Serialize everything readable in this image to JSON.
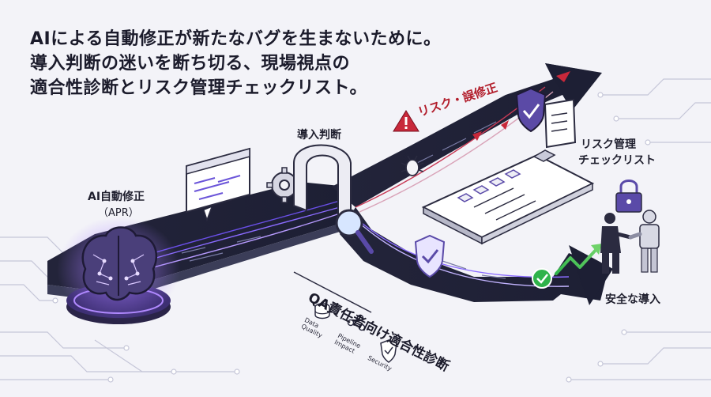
{
  "headline": {
    "line1": "AIによる自動修正が新たなバグを生まないために。",
    "line2": "導入判断の迷いを断ち切る、現場視点の",
    "line3": "適合性診断とリスク管理チェックリスト。"
  },
  "labels": {
    "ai_apr_title": "AI自動修正",
    "ai_apr_sub": "（APR）",
    "decision": "導入判断",
    "risk_error": "リスク・誤修正",
    "risk_checklist_1": "リスク管理",
    "risk_checklist_2": "チェックリスト",
    "safe_adoption": "安全な導入",
    "qa_diagnosis": "QA責任者向け適合性診断",
    "data_quality_1": "Data",
    "data_quality_2": "Quality",
    "pipeline_1": "Pipeline",
    "pipeline_2": "Impact",
    "security": "Security"
  },
  "colors": {
    "background": "#f3f3f8",
    "road": "#22243a",
    "accent_purple": "#7a55e6",
    "danger_red": "#c8283a",
    "success_green": "#2fb34a"
  },
  "icons": [
    "brain-icon",
    "code-window-icon",
    "gear-icon",
    "magnifier-icon",
    "bug-icon",
    "warning-icon",
    "shield-check-icon",
    "clipboard-checklist-icon",
    "lock-icon",
    "handshake-icon",
    "robot-icon",
    "database-icon",
    "pipeline-icon",
    "security-shield-icon",
    "check-circle-icon",
    "growth-arrow-icon"
  ]
}
